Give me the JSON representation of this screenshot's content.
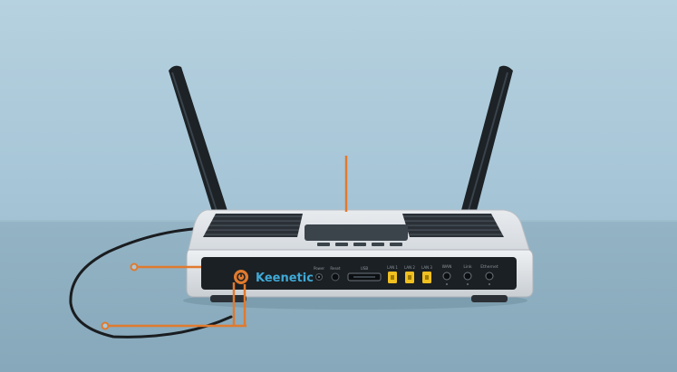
{
  "brand": {
    "name": "Keenetic",
    "color": "#3fa9d6"
  },
  "ports": {
    "labels": [
      "Power",
      "Reset",
      "USB",
      "LAN 1",
      "LAN 2",
      "LAN 3",
      "WAN",
      "Link",
      "Ethernet"
    ]
  },
  "colors": {
    "sky": "#a9c8d9",
    "table": "#8fb0c1",
    "router_body": "#dfe3e7",
    "router_panel": "#1b2024",
    "antenna": "#1c2226",
    "cable_orange": "#e07a2e",
    "cable_black": "#1a1d20",
    "led_yellow": "#f0c020"
  },
  "icons": [
    "left-antenna-icon",
    "right-antenna-icon",
    "wan-port-icon",
    "usb-port-icon"
  ]
}
